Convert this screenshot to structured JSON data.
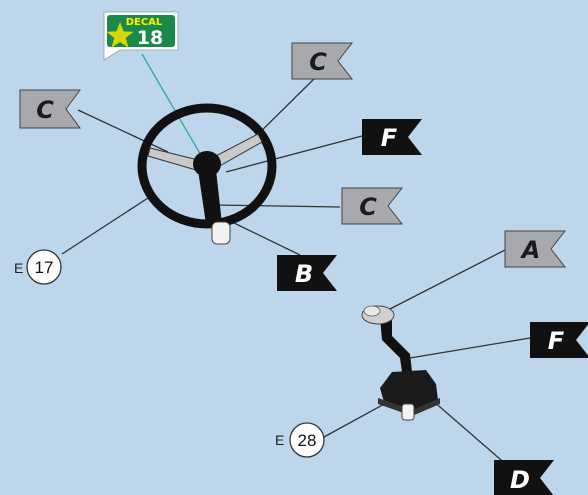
{
  "decal": {
    "top_label": "DECAL",
    "number": "18",
    "colors": {
      "bg": "#1a8a4a",
      "star": "#d4d800"
    }
  },
  "flags": [
    {
      "letter": "C",
      "style": "gray"
    },
    {
      "letter": "C",
      "style": "gray"
    },
    {
      "letter": "F",
      "style": "black"
    },
    {
      "letter": "C",
      "style": "gray"
    },
    {
      "letter": "B",
      "style": "black"
    },
    {
      "letter": "A",
      "style": "gray"
    },
    {
      "letter": "F",
      "style": "black"
    },
    {
      "letter": "D",
      "style": "black"
    }
  ],
  "refs": [
    {
      "prefix": "E",
      "number": "17"
    },
    {
      "prefix": "E",
      "number": "28"
    }
  ],
  "colors": {
    "background": "#bed6eb",
    "gray_flag": "#a7a9ac",
    "black_flag": "#111111",
    "leader_line": "#333333",
    "decal_leader": "#2aa8a8"
  }
}
